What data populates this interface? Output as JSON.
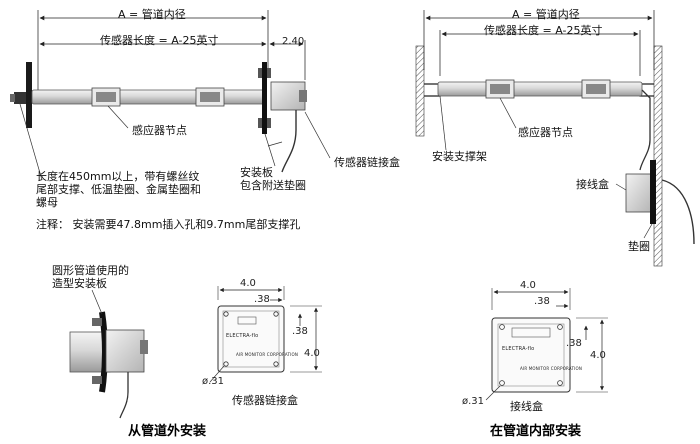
{
  "top_left": {
    "dim_a": "A = 管道内径",
    "dim_sensor_length": "传感器长度 = A-25英寸",
    "dim_240": "2.40",
    "label_sensor_node": "感应器节点",
    "label_mount_plate": "安装板\n包含附送垫圈",
    "label_junction_box": "传感器链接盒",
    "label_long": "长度在450mm以上，带有螺丝纹尾部支撑、低温垫圈、金属垫圈和螺母",
    "note": "注释：  安装需要47.8mm插入孔和9.7mm尾部支撑孔"
  },
  "top_right": {
    "dim_a": "A = 管道内径",
    "dim_sensor_length": "传感器长度 = A-25英寸",
    "label_sensor_node": "感应器节点",
    "label_bracket": "安装支撑架",
    "label_junction_box": "接线盒",
    "label_gasket": "垫圈"
  },
  "bottom_left": {
    "label_saddle": "圆形管道使用的\n造型安装板",
    "dim_40_top": "4.0",
    "dim_38_top": ".38",
    "dim_38_side": ".38",
    "dim_40_side": "4.0",
    "dim_31": "ø.31",
    "box_tag": "ELECTRA-flo",
    "box_small": "AIR MONITOR CORPORATION",
    "label_box": "传感器链接盒",
    "caption": "从管道外安装"
  },
  "bottom_right": {
    "dim_40_top": "4.0",
    "dim_38_top": ".38",
    "dim_38_side": ".38",
    "dim_40_side": "4.0",
    "dim_31": "ø.31",
    "box_tag": "ELECTRA-flo",
    "box_small": "AIR MONITOR CORPORATION",
    "label_box": "接线盒",
    "caption": "在管道内部安装"
  }
}
